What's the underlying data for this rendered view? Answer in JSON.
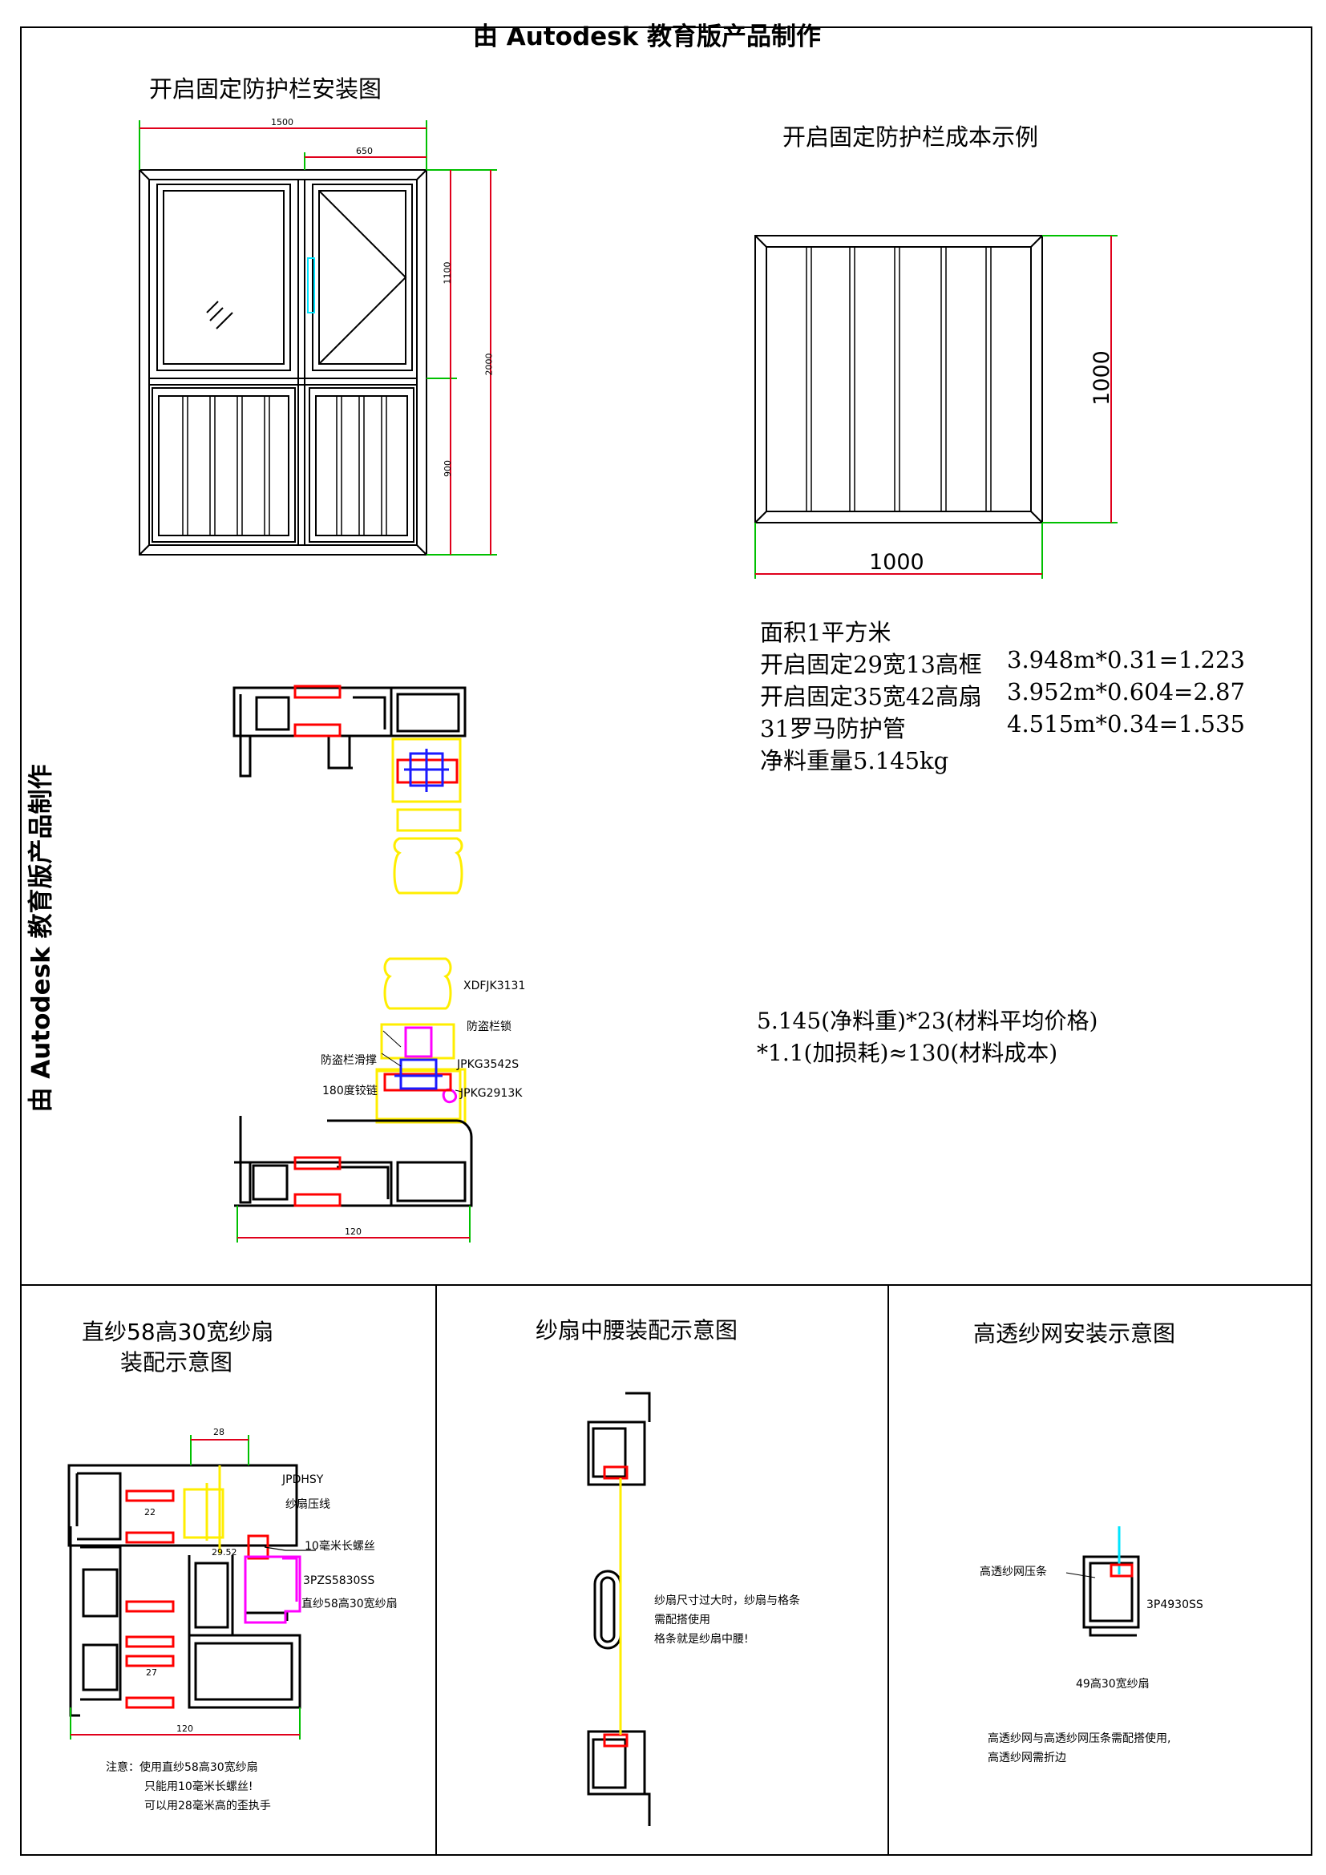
{
  "watermark": "由 Autodesk 教育版产品制作",
  "top": {
    "install_title": "开启固定防护栏安装图",
    "cost_title": "开启固定防护栏成本示例",
    "dims": {
      "w_total": "1500",
      "w_right": "650",
      "h_upper": "1100",
      "h_total": "2000",
      "h_lower": "900"
    },
    "square_dims": {
      "w": "1000",
      "h": "1000"
    },
    "cost_lines": [
      {
        "label": "面积1平方米",
        "value": ""
      },
      {
        "label": "开启固定29宽13高框",
        "value": "3.948m*0.31=1.223"
      },
      {
        "label": "开启固定35宽42高扇",
        "value": "3.952m*0.604=2.87"
      },
      {
        "label": "31罗马防护管",
        "value": "4.515m*0.34=1.535"
      },
      {
        "label": "净料重量5.145kg",
        "value": ""
      }
    ],
    "formula_lines": [
      "5.145(净料重)*23(材料平均价格)",
      "*1.1(加损耗)≈130(材料成本)"
    ],
    "section_labels": {
      "xdfjk": "XDFJK3131",
      "lock": "防盗栏锁",
      "jpkg3542": "JPKG3542S",
      "slide": "防盗栏滑撑",
      "hinge": "180度铰链",
      "jpkg2913": "JPKG2913K",
      "w120": "120"
    }
  },
  "panel1": {
    "title_line1": "直纱58高30宽纱扇",
    "title_line2": "装配示意图",
    "labels": {
      "jpdhsy": "JPDHSY",
      "press_line": "纱扇压线",
      "screw": "10毫米长螺丝",
      "profile": "3PZS5830SS",
      "sash": "直纱58高30宽纱扇",
      "d28": "28",
      "d2952": "29.52",
      "d22": "22",
      "d27": "27",
      "d120": "120"
    },
    "note_lines": [
      "注意：使用直纱58高30宽纱扇",
      "只能用10毫米长螺丝!",
      "可以用28毫米高的歪执手"
    ]
  },
  "panel2": {
    "title": "纱扇中腰装配示意图",
    "note_lines": [
      "纱扇尺寸过大时，纱扇与格条",
      "需配搭使用",
      "格条就是纱扇中腰!"
    ]
  },
  "panel3": {
    "title": "高透纱网安装示意图",
    "labels": {
      "press": "高透纱网压条",
      "profile": "3P4930SS",
      "sash": "49高30宽纱扇"
    },
    "note_lines": [
      "高透纱网与高透纱网压条需配搭使用,",
      "高透纱网需折边"
    ]
  },
  "colors": {
    "dim": "#e0001b",
    "ext": "#00c000",
    "yellow": "#ffee00",
    "red": "#ff0000",
    "blue": "#1a1aff",
    "magenta": "#ff00ff",
    "cyan": "#00e5ff"
  }
}
